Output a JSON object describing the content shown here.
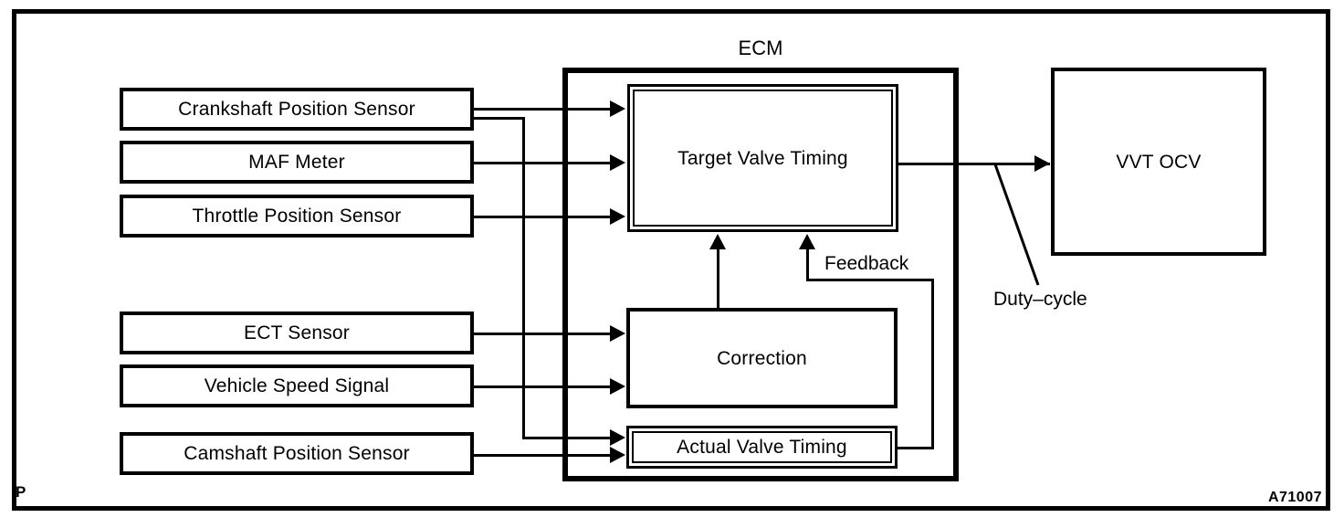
{
  "figure": {
    "code": "A71007",
    "corner_mark": "P",
    "ecm_title": "ECM"
  },
  "sensors_upper": [
    {
      "label": "Crankshaft Position Sensor"
    },
    {
      "label": "MAF Meter"
    },
    {
      "label": "Throttle Position Sensor"
    }
  ],
  "sensors_lower": [
    {
      "label": "ECT Sensor"
    },
    {
      "label": "Vehicle Speed Signal"
    },
    {
      "label": "Camshaft Position Sensor"
    }
  ],
  "ecm_blocks": {
    "target": "Target Valve Timing",
    "correction": "Correction",
    "actual": "Actual Valve Timing"
  },
  "output": {
    "actuator": "VVT OCV",
    "signal_label": "Duty–cycle"
  },
  "annotations": {
    "feedback": "Feedback"
  },
  "colors": {
    "line": "#000000",
    "background": "#ffffff"
  }
}
